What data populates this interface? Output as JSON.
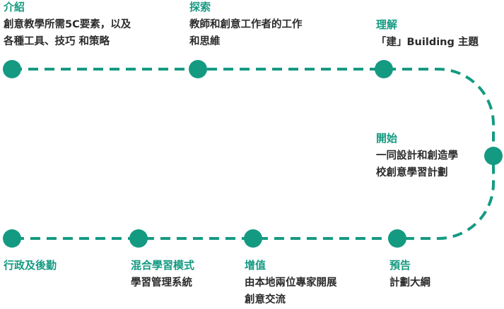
{
  "colors": {
    "accent": "#159a82",
    "text": "#2b2b2b",
    "background": "#ffffff"
  },
  "steps": [
    {
      "title": "介紹",
      "desc": [
        "創意教學所需5C要素，以及",
        "各種工具、技巧 和策略"
      ]
    },
    {
      "title": "探索",
      "desc": [
        "教師和創意工作者的工作",
        "和思維"
      ]
    },
    {
      "title": "理解",
      "desc": [
        "「建」Building 主題"
      ]
    },
    {
      "title": "開始",
      "desc": [
        "一同設計和創造學",
        "校創意學習計劃"
      ]
    },
    {
      "title": "預告",
      "desc": [
        "計劃大綱"
      ]
    },
    {
      "title": "增值",
      "desc": [
        "由本地兩位專家開展",
        "創意交流"
      ]
    },
    {
      "title": "混合學習模式",
      "desc": [
        "學習管理系統"
      ]
    },
    {
      "title": "行政及後勤",
      "desc": []
    }
  ]
}
